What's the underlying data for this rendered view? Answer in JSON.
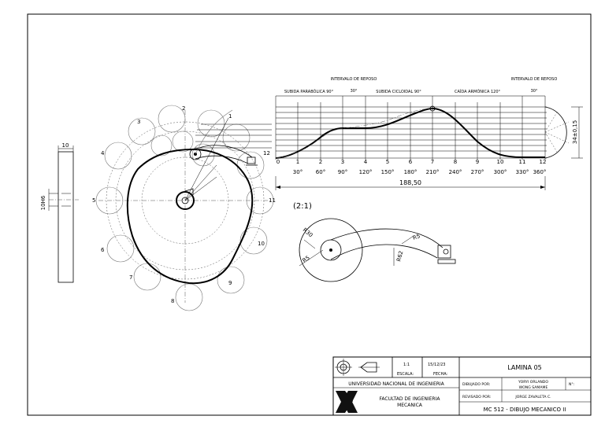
{
  "drawing": {
    "points_angle": [
      "1",
      "2",
      "3",
      "4",
      "5",
      "6",
      "7",
      "8",
      "9",
      "10",
      "11",
      "12"
    ],
    "dim_top_plate": "10",
    "dim_side_plate": "10H6",
    "detail_scale": "(2:1)",
    "detail_r30": "R30",
    "detail_r5_a": "R5",
    "detail_r5_b": "R5",
    "detail_r62": "R62",
    "height_dim": "34±0,15",
    "total_length": "188,50"
  },
  "diagram": {
    "segments": [
      {
        "label": "SUBIDA PARABÓLICA 90°"
      },
      {
        "label": "INTERVALO DE REPOSO",
        "sub": "30°"
      },
      {
        "label": "SUBIDA CICLOIDAL 90°"
      },
      {
        "label": "CAÍDA ARMÓNICA 120°"
      },
      {
        "label": "INTERVALO DE REPOSO",
        "sub": "30°"
      }
    ],
    "station_numbers": [
      "0",
      "1",
      "2",
      "3",
      "4",
      "5",
      "6",
      "7",
      "8",
      "9",
      "10",
      "11",
      "12"
    ],
    "angles": [
      "30°",
      "60°",
      "90°",
      "120°",
      "150°",
      "180°",
      "210°",
      "240°",
      "270°",
      "300°",
      "330°",
      "360°"
    ]
  },
  "title_block": {
    "scale_value": "1:1",
    "scale_label": "ESCALA:",
    "date_value": "15/12/23",
    "date_label": "FECHA:",
    "sheet_title": "LAMINA 05",
    "university": "UNIVERSIDAD NACIONAL DE INGENIERIA",
    "faculty_line1": "FACULTAD DE INGENIERIA",
    "faculty_line2": "MECANICA",
    "drawn_by_label": "DIBUJADO POR:",
    "drawn_by_line1": "YORYI ORLANDO",
    "drawn_by_line2": "WONG SAMAME",
    "reviewed_by_label": "REVISADO POR:",
    "reviewed_by": "JORGE ZAVALETA C.",
    "number_label": "N°:",
    "course": "MC 512 - DIBUJO MECANICO II"
  }
}
